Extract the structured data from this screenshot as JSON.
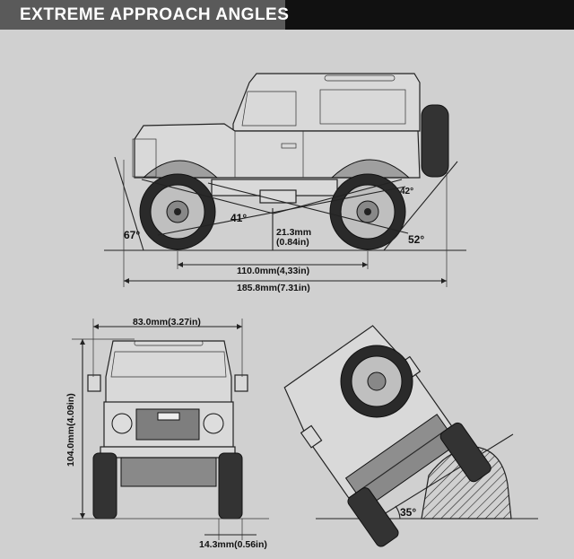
{
  "header": {
    "title": "EXTREME APPROACH ANGLES",
    "tab_color": "#5a5a5a",
    "bar_color": "#111111"
  },
  "side_view": {
    "approach_angle": "67°",
    "departure_angle": "52°",
    "breakover_angle": "41°",
    "rear_small_angle": "42°",
    "ground_clearance": "21.3mm",
    "ground_clearance_in": "(0.84in)",
    "wheelbase": "110.0mm(4,33in)",
    "length": "185.8mm(7.31in)"
  },
  "front_view": {
    "width": "83.0mm(3.27in)",
    "height": "104.0mm(4.09in)",
    "tire_width": "14.3mm(0.56in)"
  },
  "climb_view": {
    "angle": "35°"
  }
}
